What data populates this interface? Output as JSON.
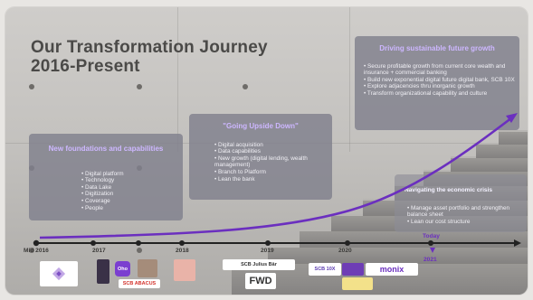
{
  "slide": {
    "title_line1": "Our Transformation Journey",
    "title_line2": "2016-Present"
  },
  "phases": [
    {
      "heading": "New foundations and capabilities",
      "items": [
        "Digital platform",
        "Technology",
        "Data Lake",
        "Digitization",
        "Coverage",
        "People"
      ]
    },
    {
      "heading": "\"Going Upside Down\"",
      "items": [
        "Digital acquisition",
        "Data capabilities",
        "New growth (digital lending, wealth management)",
        "Branch to Platform",
        "Lean the bank"
      ]
    },
    {
      "heading": "Driving sustainable future growth",
      "items": [
        "Secure profitable growth from current core wealth and insurance + commercial banking",
        "Build new exponential digital future digital bank, SCB 10X",
        "Explore adjacencies thru inorganic growth",
        "Transform organizational capability and culture"
      ]
    }
  ],
  "crisis": {
    "heading": "Navigating the economic crisis",
    "items": [
      "Manage asset portfolio and strengthen balance sheet",
      "Lean our cost structure"
    ]
  },
  "timeline": {
    "labels": [
      "Mid 2016",
      "2017",
      "2018",
      "2019",
      "2020",
      "Today",
      "2021"
    ]
  },
  "logos": {
    "abacus": "SCB ABACUS",
    "julius": "SCB Julius Bär",
    "fwd": "FWD",
    "scb10x": "SCB 10X",
    "monix": "monix",
    "oho": "Oho"
  },
  "colors": {
    "accent": "#6b2fbf",
    "heading": "#cdb7ff",
    "title": "#4b4a48"
  }
}
